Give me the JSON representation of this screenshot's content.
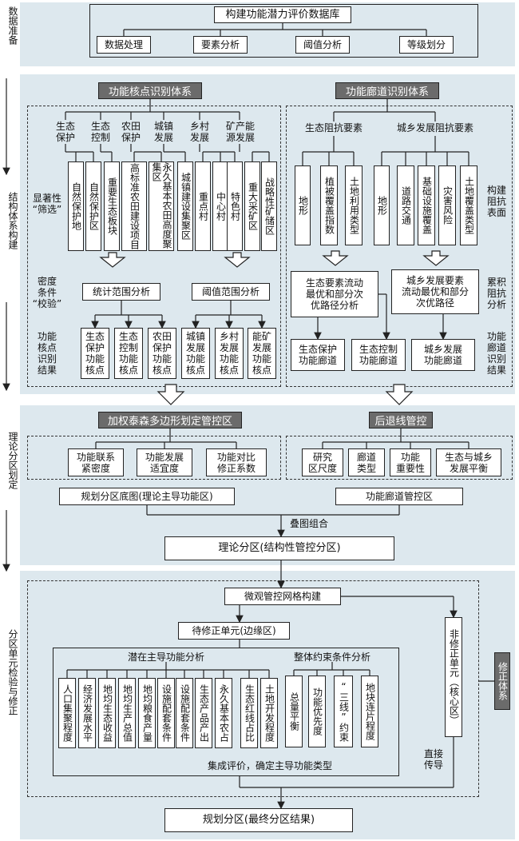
{
  "side_labels": {
    "s1": "数据准备",
    "s2": "结构体系构建",
    "s3": "理论分区划定",
    "s4": "分区单元检验与修正"
  },
  "sec1": {
    "db": "构建功能潜力评价数据库",
    "items": [
      "数据处理",
      "要素分析",
      "阈值分析",
      "等级划分"
    ]
  },
  "sec2": {
    "left_head": "功能核点识别体系",
    "right_head": "功能廊道识别体系",
    "cat_labels": [
      "生态\n保护",
      "生态\n控制",
      "农田\n保护",
      "城镇\n发展",
      "乡村\n发展",
      "矿产能\n源发展"
    ],
    "left_factors": [
      "自然保护地",
      "自然保护区",
      "重要生态板块",
      "高标准农田建设项目",
      "永久基本农田高度聚集区",
      "城镇建设集聚区",
      "重点村",
      "中心村",
      "特色村",
      "重大采矿区",
      "战略性矿储区"
    ],
    "row_labels": {
      "a": "显著性\n“筛选”",
      "b": "密度\n条件\n“校验”",
      "c": "功能\n核点\n识别\n结果"
    },
    "analysis": [
      "统计范围分析",
      "阈值范围分析"
    ],
    "left_results": [
      "生态\n保护\n功能\n核点",
      "生态\n控制\n功能\n核点",
      "农田\n保护\n功能\n核点",
      "城镇\n发展\n功能\n核点",
      "乡村\n发展\n功能\n核点",
      "能矿\n发展\n功能\n核点"
    ],
    "right_groups": [
      "生态阻抗要素",
      "城乡发展阻抗要素"
    ],
    "right_factors": [
      "地形",
      "植被覆盖指数",
      "土地利用类型",
      "地形",
      "道路交通",
      "基础设施覆盖",
      "灾害风险",
      "土地覆盖类型"
    ],
    "right_labels": {
      "a": "构建\n阻抗\n表面",
      "b": "累积\n阻抗\n分析",
      "c": "功能\n廊道\n识别\n结果"
    },
    "paths": [
      "生态要素流动\n最优和部分次\n优路径分析",
      "城乡发展要素\n流动最优和部分\n次优路径"
    ],
    "corridors": [
      "生态保护\n功能廊道",
      "生态控制\n功能廊道",
      "城乡发展\n功能廊道"
    ]
  },
  "sec3": {
    "left_head": "加权泰森多边形划定管控区",
    "right_head": "后退线管控",
    "left_items": [
      "功能联系\n紧密度",
      "功能发展\n适宜度",
      "功能对比\n修正系数"
    ],
    "right_items": [
      "研究\n区尺度",
      "廊道\n类型",
      "功能\n重要性",
      "生态与城乡\n发展平衡"
    ],
    "left_base": "规划分区底图(理论主导功能区)",
    "right_base": "功能廊道管控区",
    "overlay": "叠图组合",
    "theory": "理论分区(结构性管控分区)"
  },
  "sec4": {
    "grid": "微观管控网格构建",
    "pending": "待修正单元(边缘区)",
    "potential": "潜在主导功能分析",
    "constraint": "整体约束条件分析",
    "factors": [
      "人口集聚程度",
      "经济发展水平",
      "地均生态收益",
      "地均生产总值",
      "地均粮食产量",
      "设施配套条件",
      "设施配套条件",
      "生态产品产出",
      "永久基本农占",
      "生态红线占比",
      "土地开发程度"
    ],
    "constraints": [
      "总量平衡",
      "功能优先度",
      "“三线”约束",
      "地块连片程度"
    ],
    "integrate": "集成评价，确定主导功能类型",
    "non_pending": "非修正单元（核心区）",
    "direct": "直接\n传导",
    "revise": "修正体系",
    "final": "规划分区(最终分区结果)"
  }
}
